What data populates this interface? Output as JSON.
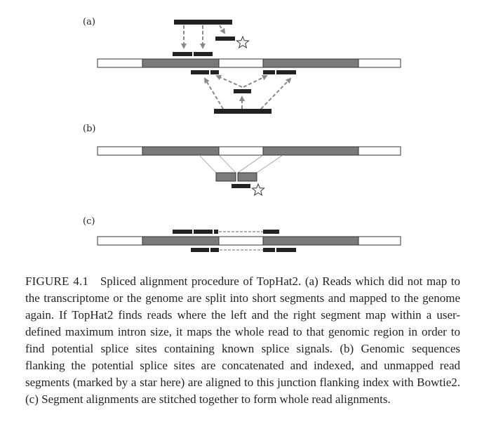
{
  "figure": {
    "panels": [
      {
        "label": "(a)"
      },
      {
        "label": "(b)"
      },
      {
        "label": "(c)"
      }
    ],
    "colors": {
      "exon": "#7a7a7a",
      "intron": "#ffffff",
      "read": "#222222",
      "outline": "#333333",
      "arrow": "#8a8a8a"
    },
    "marker_icon": "star-outline-icon"
  },
  "caption": {
    "figure_number": "FIGURE 4.1",
    "text": "Spliced alignment procedure of TopHat2. (a) Reads which did not map to the transcriptome or the genome are split into short segments and mapped to the genome again. If TopHat2 finds reads where the left and the right segment map within a user-defined maximum intron size, it maps the whole read to that genomic region in order to find potential splice sites containing known splice signals. (b) Genomic sequences flanking the potential splice sites are concatenated and indexed, and unmapped read segments (marked by a star here) are aligned to this junction flanking index with Bowtie2. (c) Segment alignments are stitched together to form whole read alignments."
  }
}
